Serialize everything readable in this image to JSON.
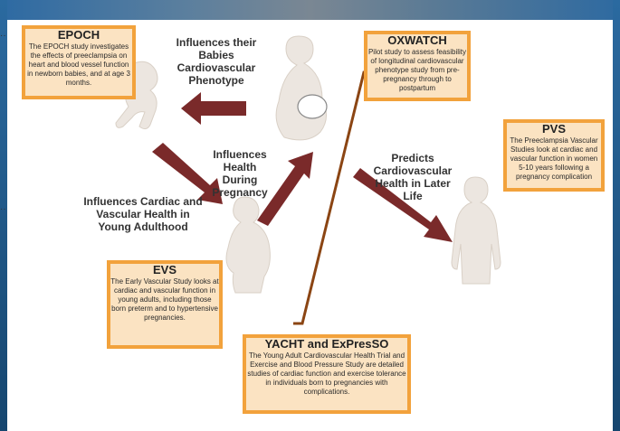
{
  "boxes": {
    "epoch": {
      "title": "EPOCH",
      "body": "The EPOCH study investigates the effects of preeclampsia on heart and blood vessel function in newborn babies, and at age 3 months."
    },
    "oxwatch": {
      "title": "OXWATCH",
      "body": "Pilot study to assess feasibility of longitudinal cardiovascular phenotype study from pre-pregnancy through to postpartum"
    },
    "pvs": {
      "title": "PVS",
      "body": "The Preeclampsia Vascular Studies look at cardiac and vascular function in women 5-10 years following a pregnancy complication"
    },
    "evs": {
      "title": "EVS",
      "body": "The Early Vascular Study looks at cardiac and vascular function in young adults, including those born preterm and to hypertensive pregnancies."
    },
    "yacht": {
      "title": "YACHT and ExPresSO",
      "body": "The Young Adult Cardiovascular Health Trial and Exercise and Blood Pressure Study are detailed studies of cardiac function and exercise tolerance in individuals born to pregnancies with complications."
    }
  },
  "labels": {
    "babies": "Influences their Babies Cardiovascular Phenotype",
    "pregnancy": "Influences Health During Pregnancy",
    "later_life": "Predicts Cardiovascular Health in Later Life",
    "young_adult": "Influences Cardiac and Vascular Health in Young Adulthood"
  },
  "colors": {
    "arrow": "#7a2a2a",
    "box_border": "#f2a23c",
    "box_fill": "#fbe3c2",
    "bracket": "#8b4513",
    "silhouette": "#ece6e0"
  }
}
